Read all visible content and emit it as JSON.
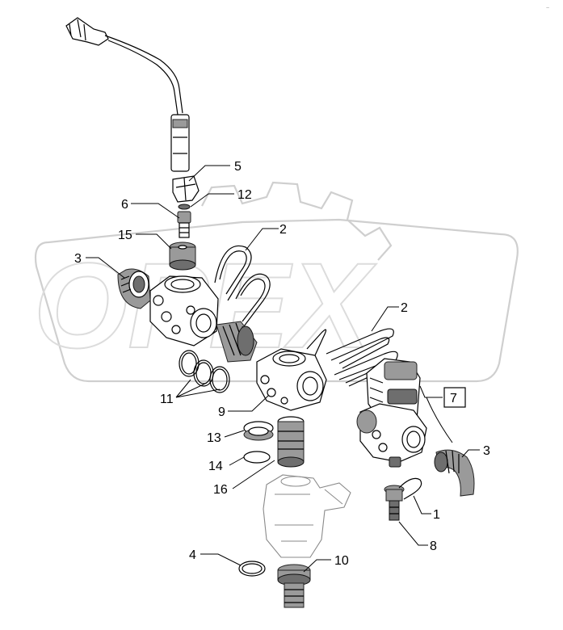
{
  "callouts": [
    {
      "id": "c5",
      "text": "5"
    },
    {
      "id": "c12",
      "text": "12"
    },
    {
      "id": "c6",
      "text": "6"
    },
    {
      "id": "c15",
      "text": "15"
    },
    {
      "id": "c2a",
      "text": "2"
    },
    {
      "id": "c3a",
      "text": "3"
    },
    {
      "id": "c2b",
      "text": "2"
    },
    {
      "id": "c11",
      "text": "11"
    },
    {
      "id": "c9",
      "text": "9"
    },
    {
      "id": "c7",
      "text": "7"
    },
    {
      "id": "c13",
      "text": "13"
    },
    {
      "id": "c14",
      "text": "14"
    },
    {
      "id": "c16",
      "text": "16"
    },
    {
      "id": "c3b",
      "text": "3"
    },
    {
      "id": "c1",
      "text": "1"
    },
    {
      "id": "c8",
      "text": "8"
    },
    {
      "id": "c4",
      "text": "4"
    },
    {
      "id": "c10",
      "text": "10"
    }
  ],
  "watermark": {
    "text": "OPEX"
  }
}
